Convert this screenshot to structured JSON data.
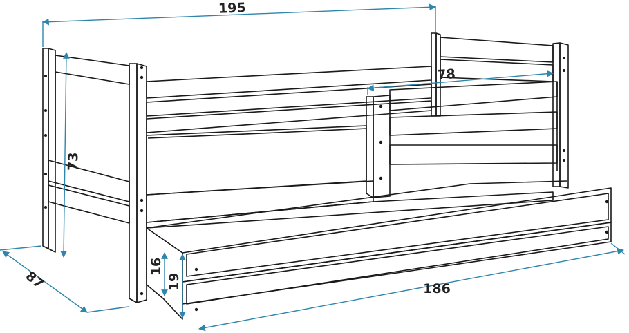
{
  "diagram": {
    "colors": {
      "outline": "#1a1a1a",
      "dimension": "#2f86ad",
      "background": "#ffffff"
    },
    "dimensions": {
      "length_total": "195",
      "rail_width": "78",
      "head_height": "73",
      "depth": "87",
      "drawer_length": "186",
      "drawer_height": "19",
      "drawer_inner_height": "16"
    }
  }
}
